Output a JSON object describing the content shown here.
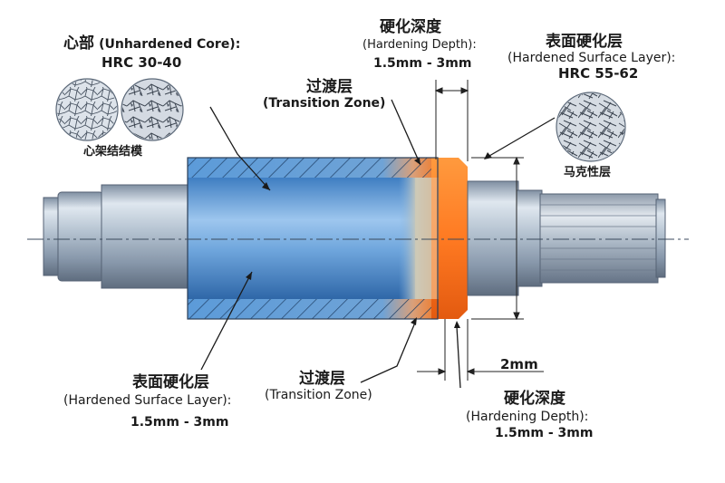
{
  "core": {
    "zh": "心部",
    "en": "(Unhardened Core):",
    "hrc": "HRC 30-40",
    "micro_caption": "心架结结模"
  },
  "top_depth": {
    "zh": "硬化深度",
    "en": "(Hardening Depth):",
    "value": "1.5mm - 3mm"
  },
  "top_surface": {
    "zh": "表面硬化层",
    "en": "(Hardened Surface Layer):",
    "hrc": "HRC 55-62",
    "micro_caption": "马克性层"
  },
  "top_transition": {
    "zh": "过渡层",
    "en": "(Transition Zone)"
  },
  "bottom_surface": {
    "zh": "表面硬化层",
    "en": "(Hardened Surface Layer):",
    "value": "1.5mm - 3mm"
  },
  "bottom_transition": {
    "zh": "过渡层",
    "en": "(Transition Zone)"
  },
  "bottom_depth": {
    "zh": "硬化深度",
    "en": "(Hardening Depth):",
    "value": "1.5mm - 3mm"
  },
  "dimension": {
    "value": "2mm"
  },
  "colors": {
    "core_blue": "#5d9ad6",
    "hardened_orange": "#f0701e",
    "steel": "#a9b9c9",
    "hatch": "#1f3f66"
  }
}
